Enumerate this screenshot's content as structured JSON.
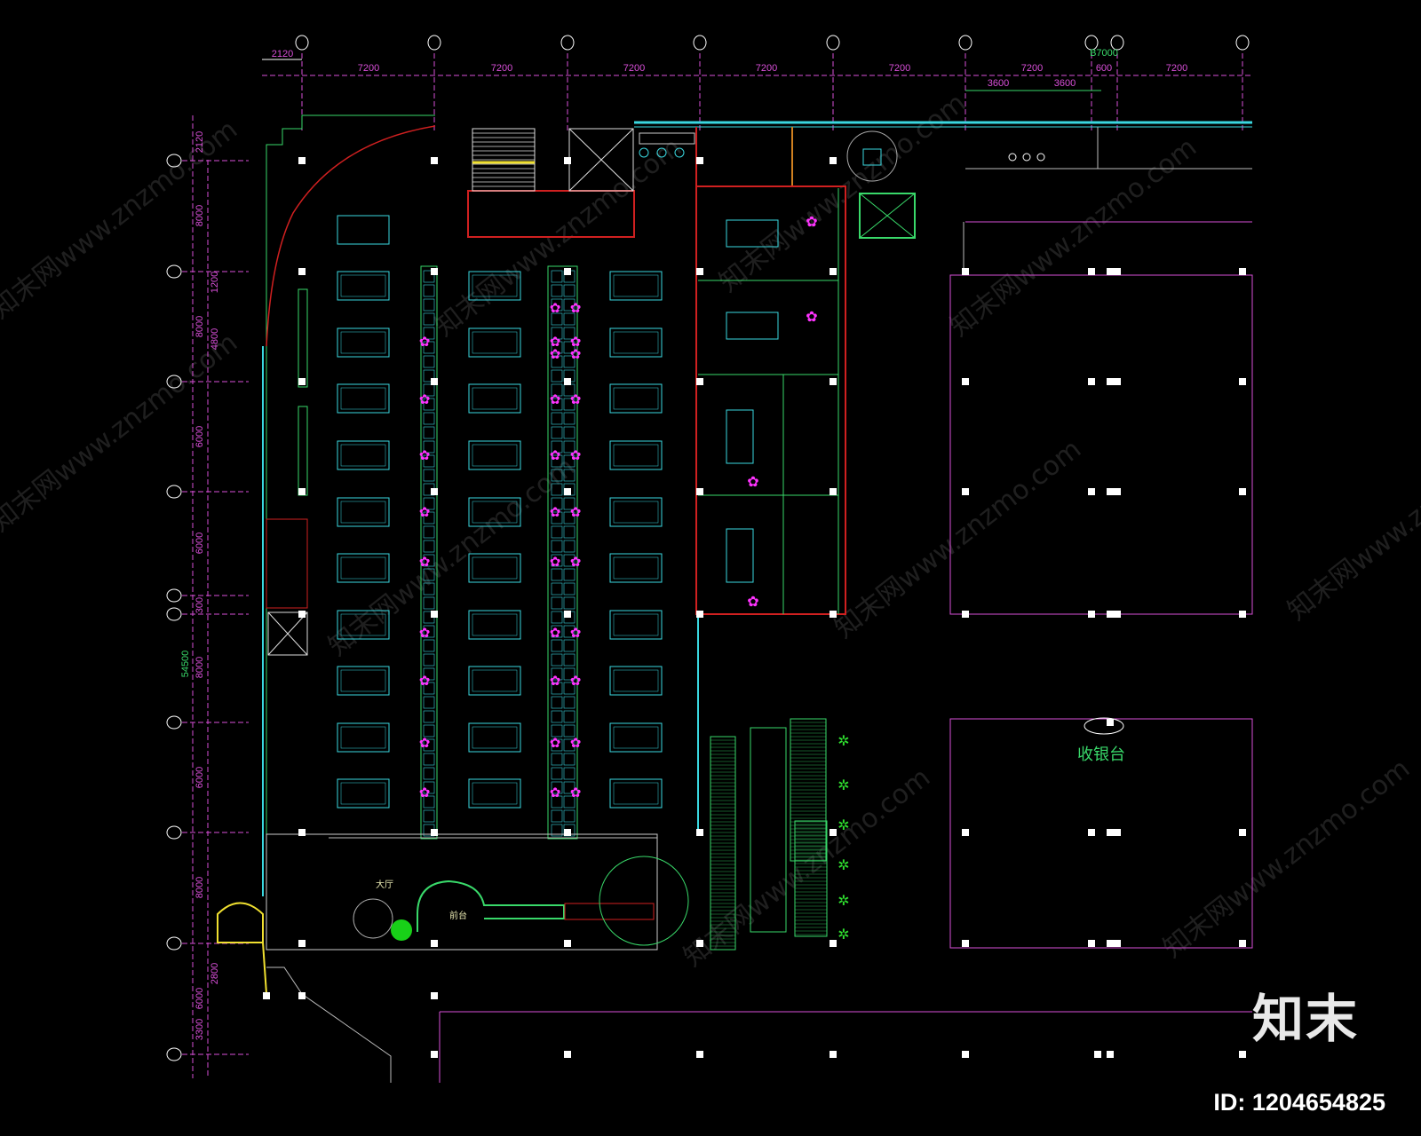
{
  "drawing": {
    "colors": {
      "axis": "#d94fd9",
      "wall": "#39d96a",
      "cyan": "#3ad8e0",
      "red": "#d02020",
      "column": "#ffffff",
      "figure": "#ff33ff",
      "yellow": "#f0e030"
    },
    "top_dims": [
      "2120",
      "7200",
      "7200",
      "7200",
      "7200",
      "7200",
      "7200",
      "600",
      "7200"
    ],
    "top_total": "B7000",
    "top_sub_dims": [
      "3600",
      "3600"
    ],
    "left_dims": [
      "2120",
      "8000",
      "8000",
      "6000",
      "6000",
      "300",
      "8000",
      "6000",
      "8000",
      "6000",
      "3300"
    ],
    "left_sub_dims": [
      "1200",
      "4800",
      "2800"
    ],
    "left_total": "54500",
    "labels": {
      "cashier": "收银台",
      "lobby": "大厅",
      "reception": "前台"
    },
    "watermark": "知末网www.znzmo.com"
  },
  "brand": {
    "logo": "知末",
    "id": "ID: 1204654825"
  }
}
